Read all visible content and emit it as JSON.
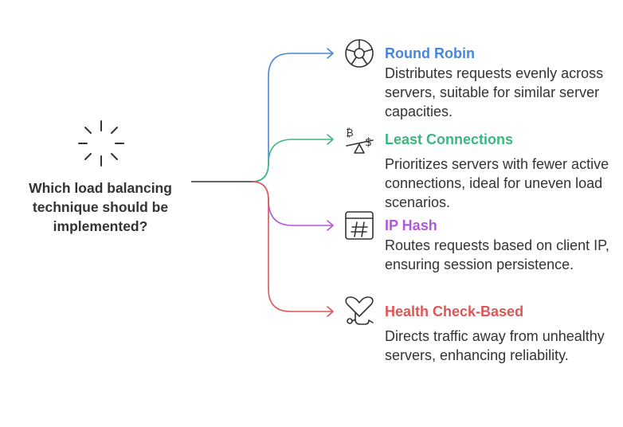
{
  "question": {
    "text": "Which load balancing technique should be implemented?",
    "icon": "loading-spinner-icon"
  },
  "options": [
    {
      "title": "Round Robin",
      "description": "Distributes requests evenly across servers, suitable for similar server capacities.",
      "color": "#4A86D8",
      "icon": "round-robin-icon"
    },
    {
      "title": "Least Connections",
      "description": "Prioritizes servers with fewer active connections, ideal for uneven load scenarios.",
      "color": "#3BB77E",
      "icon": "balance-scale-icon"
    },
    {
      "title": "IP Hash",
      "description": "Routes requests based on client IP, ensuring session persistence.",
      "color": "#B157D9",
      "icon": "hash-calendar-icon"
    },
    {
      "title": "Health Check-Based",
      "description": "Directs traffic away from unhealthy servers, enhancing reliability.",
      "color": "#E05555",
      "icon": "stethoscope-heart-icon"
    }
  ]
}
